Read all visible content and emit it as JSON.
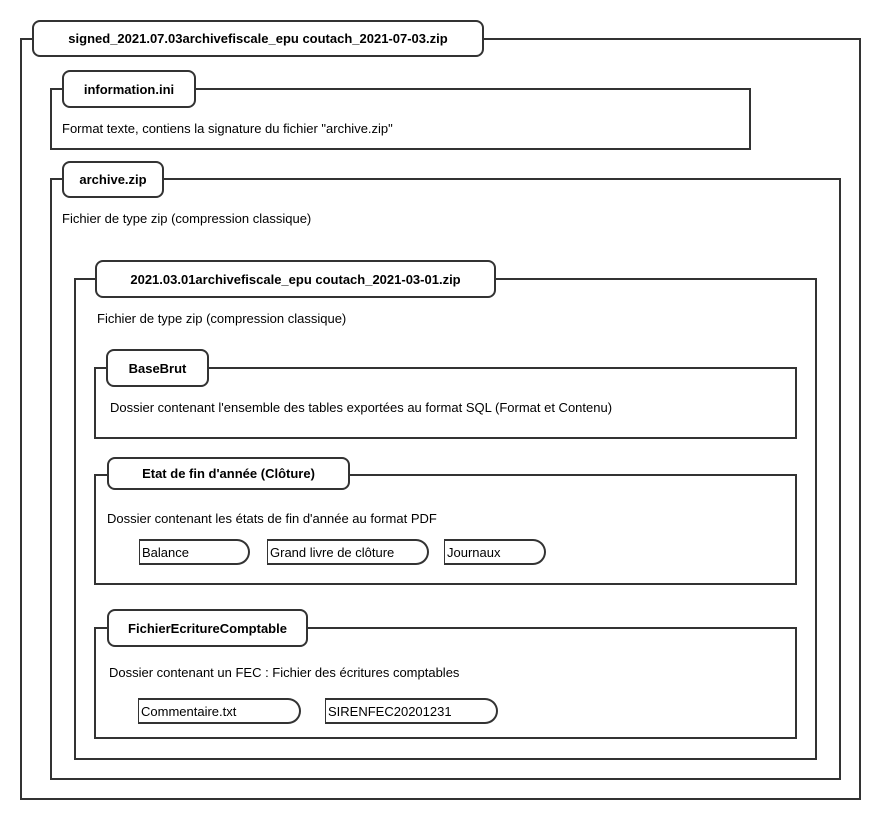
{
  "root": {
    "title": "signed_2021.07.03archivefiscale_epu coutach_2021-07-03.zip"
  },
  "information": {
    "title": "information.ini",
    "description": "Format texte, contiens la signature du fichier \"archive.zip\""
  },
  "archive": {
    "title": "archive.zip",
    "description": "Fichier de type zip (compression classique)"
  },
  "inner_zip": {
    "title": "2021.03.01archivefiscale_epu coutach_2021-03-01.zip",
    "description": "Fichier de type zip (compression classique)"
  },
  "basebrut": {
    "title": "BaseBrut",
    "description": "Dossier contenant l'ensemble des tables exportées au format SQL (Format et Contenu)"
  },
  "etat": {
    "title": "Etat de fin d'année (Clôture)",
    "description": "Dossier contenant les états de fin d'année au format PDF",
    "files": [
      "Balance",
      "Grand livre de clôture",
      "Journaux"
    ]
  },
  "fec": {
    "title": "FichierEcritureComptable",
    "description": "Dossier contenant un FEC : Fichier des écritures comptables",
    "files": [
      "Commentaire.txt",
      "SIRENFEC20201231"
    ]
  }
}
